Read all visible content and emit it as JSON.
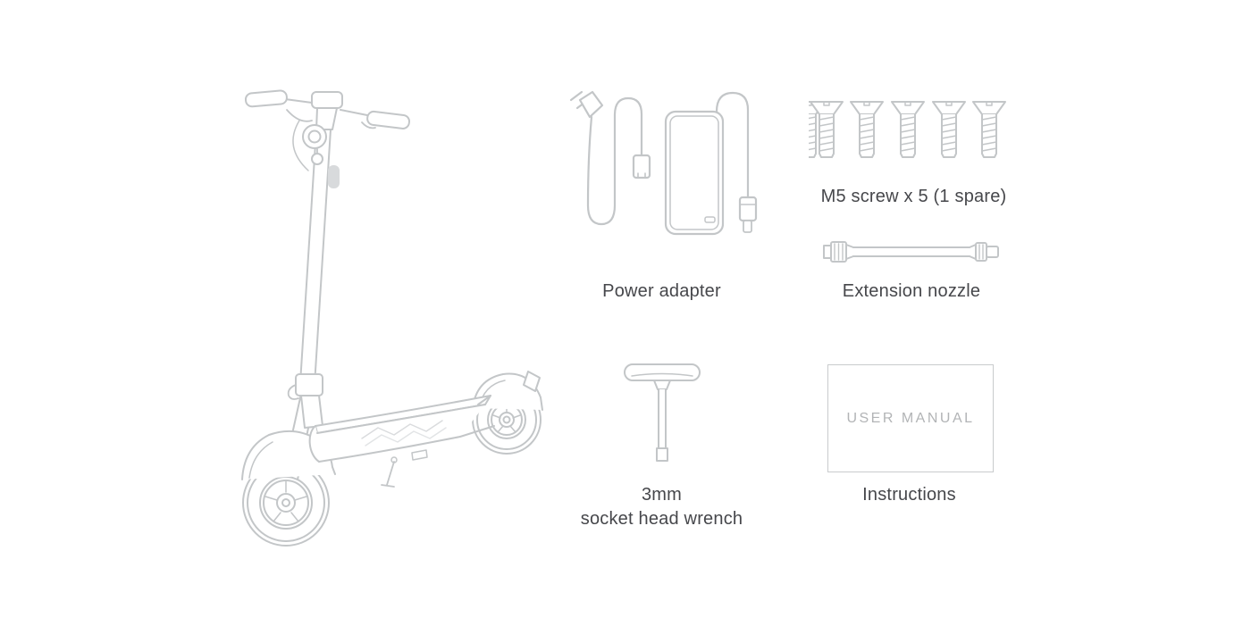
{
  "colors": {
    "line": "#c3c6c8",
    "line_light": "#d9dbdd",
    "text": "#46474b",
    "muted": "#b2b4b6"
  },
  "parts": {
    "power_adapter": {
      "label": "Power adapter"
    },
    "screws": {
      "label": "M5 screw x 5 (1 spare)",
      "count": 5
    },
    "extension_nozzle": {
      "label": "Extension nozzle"
    },
    "wrench": {
      "label_line1": "3mm",
      "label_line2": "socket head wrench"
    },
    "instructions": {
      "label": "Instructions",
      "cover_text": "USER MANUAL"
    }
  }
}
